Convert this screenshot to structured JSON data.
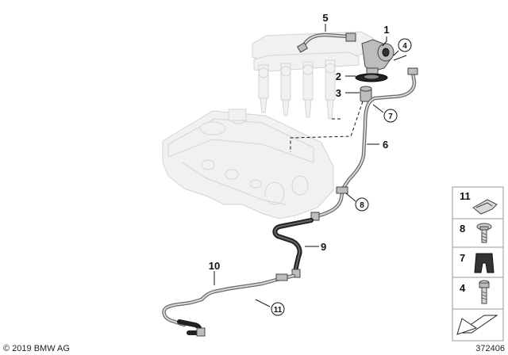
{
  "callouts": [
    {
      "id": "c1",
      "label": "1",
      "circled": false
    },
    {
      "id": "c2",
      "label": "2",
      "circled": false
    },
    {
      "id": "c3",
      "label": "3",
      "circled": false
    },
    {
      "id": "c4",
      "label": "4",
      "circled": true
    },
    {
      "id": "c5",
      "label": "5",
      "circled": false
    },
    {
      "id": "c6",
      "label": "6",
      "circled": false
    },
    {
      "id": "c7",
      "label": "7",
      "circled": true
    },
    {
      "id": "c8",
      "label": "8",
      "circled": true
    },
    {
      "id": "c9",
      "label": "9",
      "circled": false
    },
    {
      "id": "c10",
      "label": "10",
      "circled": false
    },
    {
      "id": "c11",
      "label": "11",
      "circled": true
    }
  ],
  "legend": [
    {
      "label": "11",
      "part": "clip"
    },
    {
      "label": "8",
      "part": "bolt"
    },
    {
      "label": "7",
      "part": "grommet"
    },
    {
      "label": "4",
      "part": "screw"
    }
  ],
  "legend_footer_icon": "arrow-icon",
  "footer": {
    "copyright": "© 2019 BMW AG",
    "diagram_number": "372406"
  }
}
